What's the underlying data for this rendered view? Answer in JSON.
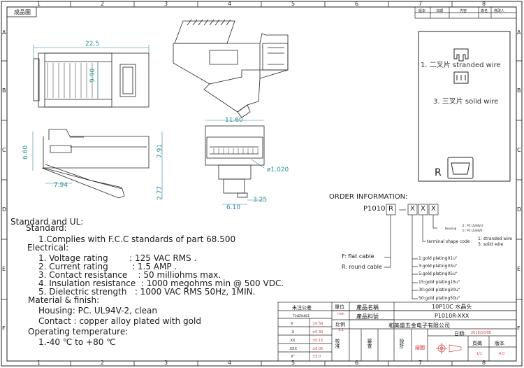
{
  "sheet": {
    "title_tab": "成品圖",
    "zones_top": [
      "1",
      "2",
      "3",
      "4",
      "5",
      "6",
      "7",
      "8"
    ],
    "zones_side": [
      "A",
      "B",
      "C",
      "D",
      "E",
      "F"
    ],
    "revision_headers": [
      "版本",
      "日期",
      "內容",
      "簽名",
      "修改人"
    ]
  },
  "dimensions": {
    "top_width": "22.5",
    "top_height": "9.90",
    "side_a": "6.60",
    "side_b": "7.91",
    "side_c": "2.77",
    "side_d": "7.94",
    "front_width": "11.60",
    "pin_dia": "ø1.020",
    "front_b": "3.25",
    "front_c": "6.10"
  },
  "legend": {
    "item1": "1. 二叉片  stranded wire",
    "item3": "3. 三叉片  solid wire",
    "r_label": "R"
  },
  "order": {
    "heading": "ORDER INFORMATION:",
    "prefix": "P1010",
    "box1": "R",
    "box2": "X",
    "box3": "X",
    "box4": "X",
    "housing_1": "2 : PC UL94V-2",
    "housing_2": "0 : PC UL94V0",
    "housing_label": "Housing",
    "terminal_label": "terminal shape code",
    "terminal_1": "1: stranded wire",
    "terminal_2": "3: solid wire",
    "flat": "F: flat cable",
    "round": "R: round  cable",
    "plating": [
      "1:gold  plating01u\"",
      "3:gold  plating03u\"",
      "5:gold  plating05u\"",
      "15:gold plating15u\"",
      "30:gold plating30u\"",
      "50:gold plating50u\""
    ]
  },
  "specs": {
    "title": "Standard and UL:",
    "standard_head": "Standard:",
    "standard_1": "1.Complies with F.C.C standards of part 68.500",
    "electrical_head": "Electrical:",
    "e1": "1. Voltage rating        : 125 VAC RMS .",
    "e2": "2. Current rating         : 1.5 AMP .",
    "e3": "3. Contact resistance    : 50 milliohms max.",
    "e4": "4. Insulation resistance  : 1000 megohms min @ 500 VDC.",
    "e5": "5. Dielectric strength   : 1000 VAC RMS 50Hz, 1MIN.",
    "material_head": "Material & finish:",
    "housing": "Housing: PC. UL94V-2, clean",
    "contact": "Contact : copper alloy plated with gold",
    "temp_head": "Operating temperature:",
    "temp": "1.-40 ℃ to +80 ℃"
  },
  "title_block": {
    "tolerance_cn": "未注公差",
    "tolerance_en": "TOLERANCE",
    "unit_label": "單位",
    "unit_value": "mm",
    "name_label": "產品名稱",
    "name_value": "10P10C 水晶头",
    "part_label": "產品料號",
    "part_value": "P1010R-XXX",
    "scale_label": "比例",
    "scale_value": "1:1",
    "company": "和美盛五金电子有限公司",
    "tol_rows": [
      {
        "k": "X",
        "v": "±0.50"
      },
      {
        "k": ".X",
        "v": "±0.30"
      },
      {
        "k": ".XX",
        "v": "±0.15"
      },
      {
        "k": ".XXX",
        "v": "±0.05"
      },
      {
        "k": "X°",
        "v": "±5.0"
      }
    ],
    "date_label": "日期:",
    "date_value": "2018/10/08",
    "check": "核准",
    "review": "審查",
    "design": "設計",
    "drawing": "繪圖",
    "page_label": "頁碼",
    "version_label": "版本",
    "page_value": "1/1",
    "version_value": "A.0"
  }
}
